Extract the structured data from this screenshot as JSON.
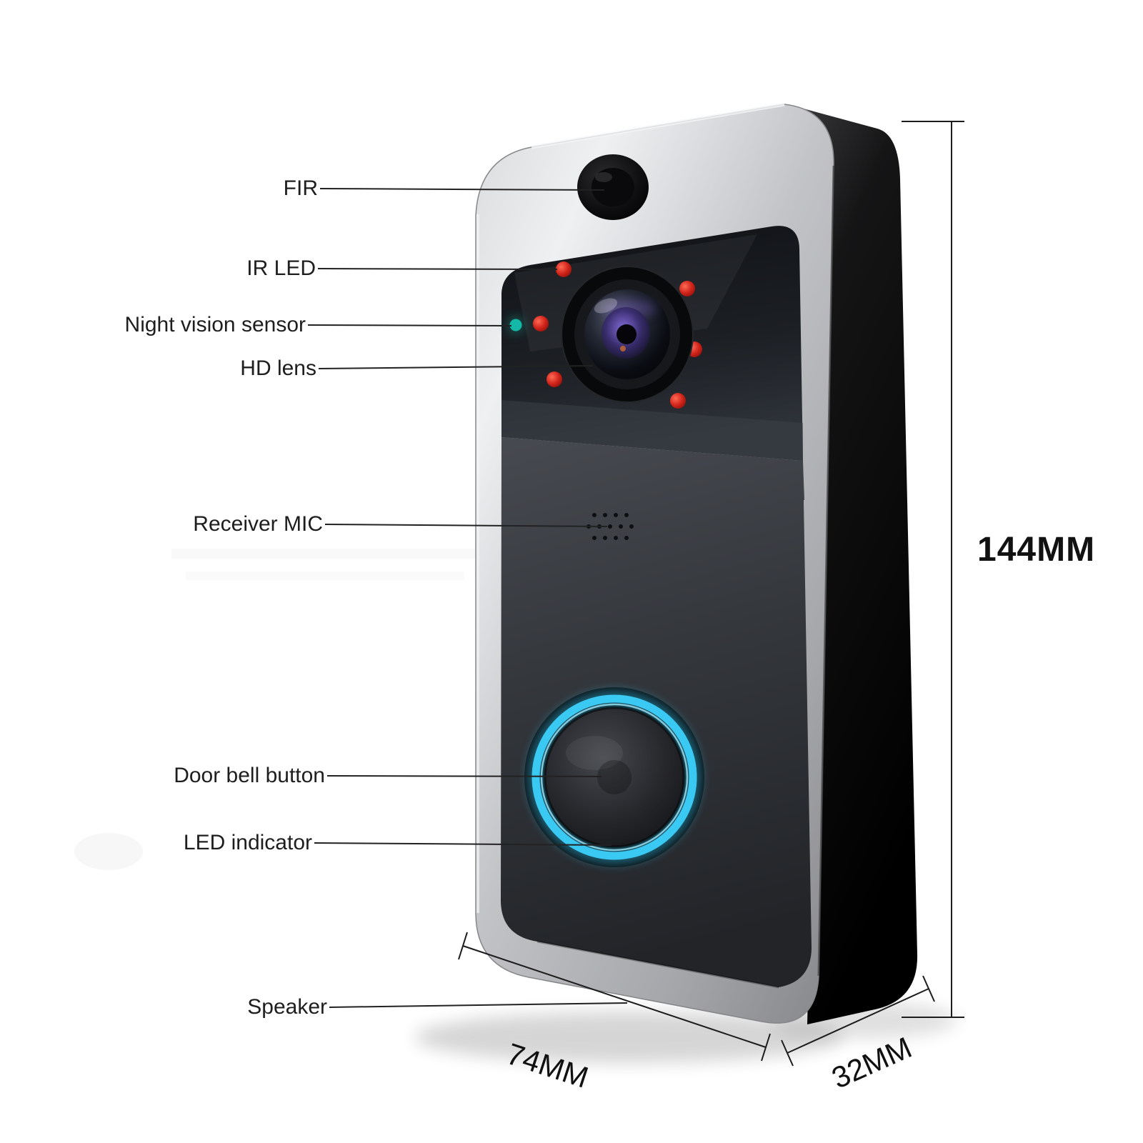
{
  "labels": [
    {
      "id": "fir",
      "text": "FIR"
    },
    {
      "id": "ir-led",
      "text": "IR LED"
    },
    {
      "id": "night-vision-sensor",
      "text": "Night vision sensor"
    },
    {
      "id": "hd-lens",
      "text": "HD lens"
    },
    {
      "id": "receiver-mic",
      "text": "Receiver MIC"
    },
    {
      "id": "door-bell-button",
      "text": "Door bell button"
    },
    {
      "id": "led-indicator",
      "text": "LED indicator"
    },
    {
      "id": "speaker",
      "text": "Speaker"
    }
  ],
  "dimensions": {
    "height": "144MM",
    "width": "74MM",
    "depth": "32MM"
  },
  "colors": {
    "led_ring_blue": "#3ac4ef",
    "ir_led_red": "#c9271c",
    "night_vision_green": "#14b8a6",
    "lens_tint_purple": "#7a5fd0",
    "body_silver": "#c6c7ca",
    "body_black": "#121214",
    "label_text": "#1e1e1e",
    "background": "#ffffff"
  }
}
